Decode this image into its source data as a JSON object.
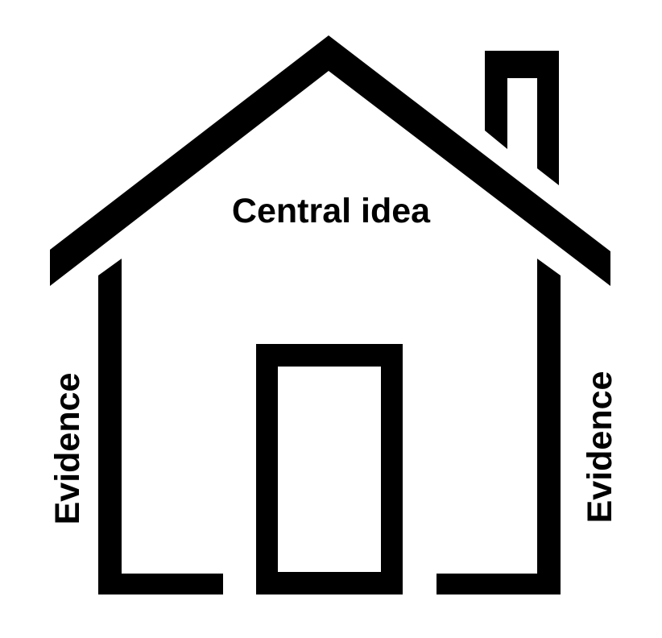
{
  "diagram": {
    "central_label": "Central idea",
    "left_label": "Evidence",
    "right_label": "Evidence",
    "stroke_color": "#000000",
    "background_color": "#ffffff"
  }
}
